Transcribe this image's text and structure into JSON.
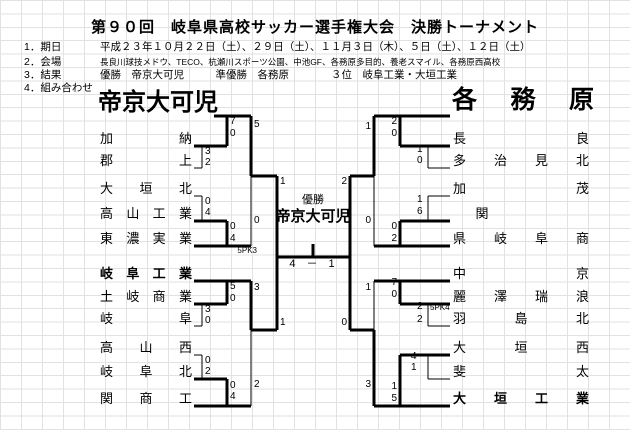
{
  "header": {
    "title": "第９０回　岐阜県高校サッカー選手権大会　決勝トーナメント",
    "info": [
      {
        "label": "1．期日",
        "value": "平成２３年１０月２２日（土）、２９日（土）、１１月３日（木）、５日（土）、１２日（土）"
      },
      {
        "label": "2．会場",
        "value": "長良川球技メドウ、TECO、杭瀬川スポーツ公園、中池GF、各務原多目的、養老スマイル、各務原西高校"
      },
      {
        "label": "3．結果",
        "value": "優勝　帝京大可児　　　準優勝　各務原　　　　３位　岐阜工業・大垣工業"
      },
      {
        "label": "4．組み合わせ",
        "value": ""
      }
    ]
  },
  "bracket": {
    "champion_label": "優勝",
    "champion": "帝京大可児",
    "final_score": "4　－　1",
    "pk_left": "5PK3",
    "pk_right": "5PK4",
    "teams_left": [
      {
        "name": "帝京大可児"
      },
      {
        "name": "加納"
      },
      {
        "name": "郡上"
      },
      {
        "name": "大垣北"
      },
      {
        "name": "高山工業"
      },
      {
        "name": "東濃実業"
      },
      {
        "name": "岐阜工業"
      },
      {
        "name": "土岐商業"
      },
      {
        "name": "岐阜"
      },
      {
        "name": "高山西"
      },
      {
        "name": "岐阜北"
      },
      {
        "name": "関商工"
      }
    ],
    "teams_right": [
      {
        "name": "各務原"
      },
      {
        "name": "長良"
      },
      {
        "name": "多治見北"
      },
      {
        "name": "加茂"
      },
      {
        "name": "関"
      },
      {
        "name": "県岐阜商"
      },
      {
        "name": "中京"
      },
      {
        "name": "麗澤瑞浪"
      },
      {
        "name": "羽島北"
      },
      {
        "name": "大垣西"
      },
      {
        "name": "斐太"
      },
      {
        "name": "大垣工業"
      }
    ],
    "scores": {
      "l_qf1": [
        "7",
        "0"
      ],
      "l_r1a": [
        "3",
        "2"
      ],
      "l_r1b": [
        "0",
        "4"
      ],
      "l_qf2": [
        "0",
        "4"
      ],
      "l_gf_a": [
        "5",
        "0"
      ],
      "l_sf": [
        "1",
        "1"
      ],
      "l_qf3": [
        "5",
        "0"
      ],
      "l_r1c": [
        "3",
        "0"
      ],
      "l_r1d": [
        "0",
        "2"
      ],
      "l_qf4": [
        "0",
        "4"
      ],
      "l_gf_b": [
        "3",
        "2"
      ],
      "r_qf1": [
        "2",
        "0"
      ],
      "r_r1a": [
        "1",
        "0"
      ],
      "r_r1b": [
        "1",
        "6"
      ],
      "r_qf2": [
        "0",
        "2"
      ],
      "r_gf_c": [
        "1",
        "0"
      ],
      "r_sf": [
        "2",
        "0"
      ],
      "r_qf3": [
        "7",
        "0"
      ],
      "r_r1c": [
        "2",
        "2"
      ],
      "r_r1d": [
        "4",
        "1"
      ],
      "r_qf4": [
        "1",
        "5"
      ],
      "r_gf_d": [
        "1",
        "3"
      ]
    }
  }
}
